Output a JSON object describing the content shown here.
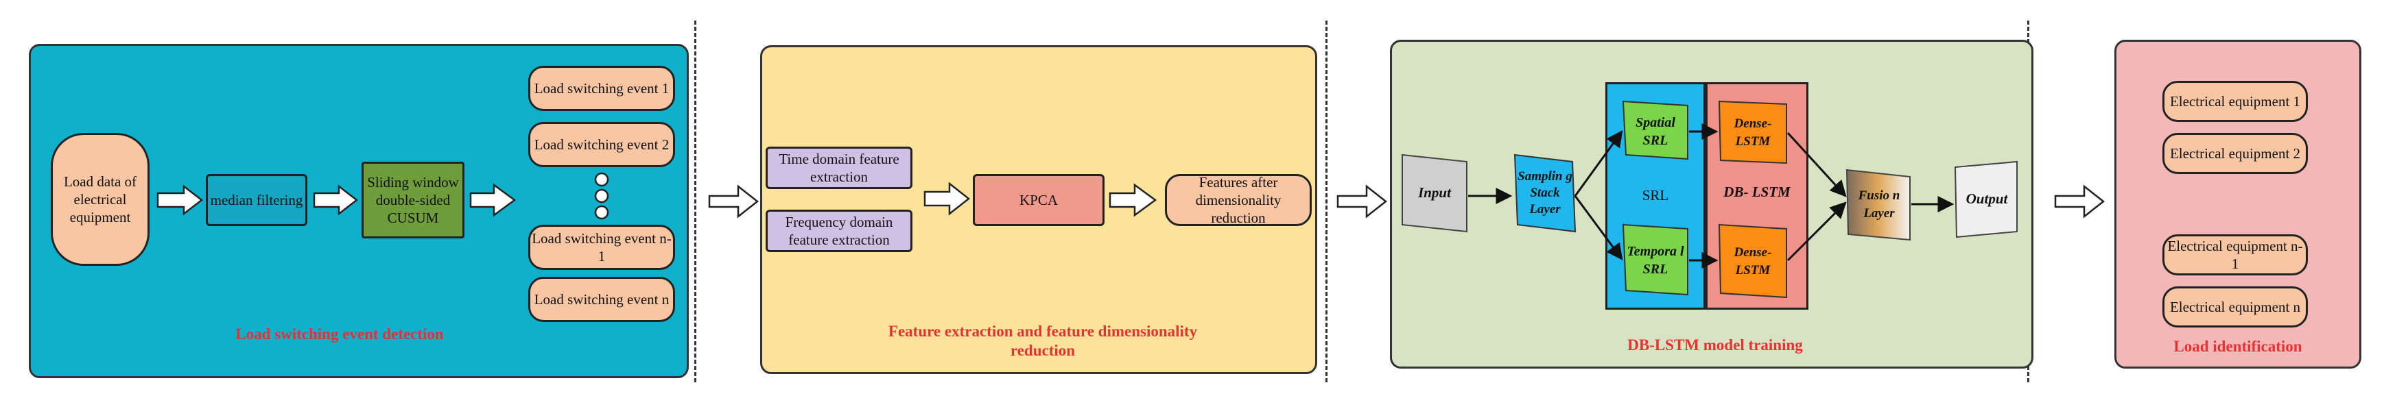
{
  "panel1": {
    "load_data": "Load data of electrical equipment",
    "median": "median filtering",
    "cusum": "Sliding window double-sided CUSUM",
    "events": [
      "Load switching event 1",
      "Load switching event 2",
      "Load switching event n-1",
      "Load switching event n"
    ],
    "caption": "Load switching event detection"
  },
  "panel2": {
    "time": "Time domain feature extraction",
    "freq": "Frequency domain feature extraction",
    "kpca": "KPCA",
    "features": "Features after dimensionality reduction",
    "caption": "Feature extraction and feature dimensionality reduction"
  },
  "panel3": {
    "input": "Input",
    "sampling": "Samplin g Stack Layer",
    "spatial": "Spatial SRL",
    "srl": "SRL",
    "temporal": "Tempora l SRL",
    "dense1": "Dense- LSTM",
    "dblstm": "DB- LSTM",
    "dense2": "Dense- LSTM",
    "fusion": "Fusio n Layer",
    "output": "Output",
    "caption": "DB-LSTM model training"
  },
  "panel4": {
    "equipment": [
      "Electrical equipment 1",
      "Electrical equipment 2",
      "Electrical equipment n-1",
      "Electrical equipment n"
    ],
    "caption": "Load identification"
  },
  "colors": {
    "panel1": "#0fb0cb",
    "panel2": "#fde39a",
    "panel3": "#d7e3c3",
    "panel4": "#f3b7b7",
    "salmon": "#f9c6a4",
    "teal_box": "#14a7c3",
    "green_box": "#6f9d3c",
    "lavender": "#cfc1e3",
    "kpca": "#ef9a8d",
    "gray": "#cfcfcf",
    "cyan": "#1fb7ee",
    "lime": "#7ad548",
    "orange": "#fb8c14",
    "dblstm": "#f0928a",
    "caption": "#e53232"
  }
}
